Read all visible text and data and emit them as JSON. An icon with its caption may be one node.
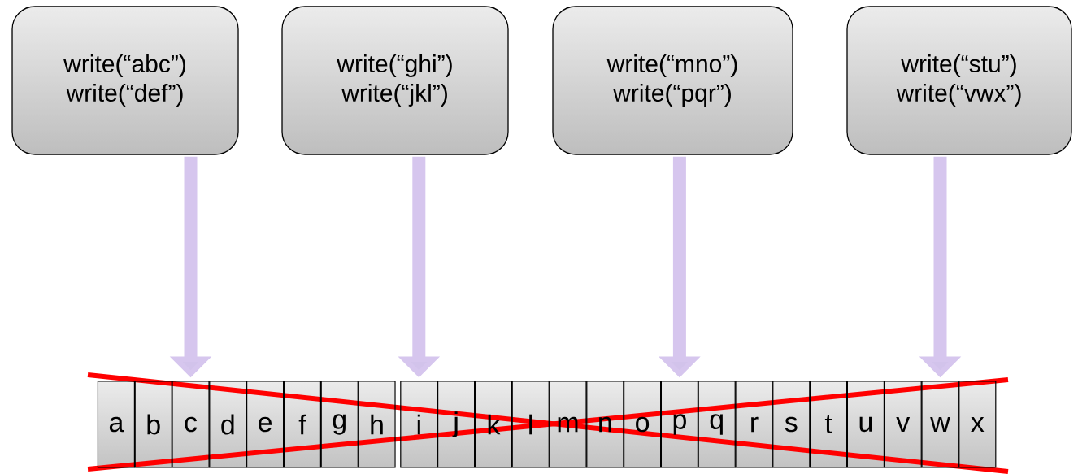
{
  "diagram": {
    "nodes": [
      {
        "text": [
          "write(“abc”)",
          "write(“def”)"
        ]
      },
      {
        "text": [
          "write(“ghi”)",
          "write(“jkl”)"
        ]
      },
      {
        "text": [
          "write(“mno”)",
          "write(“pqr”)"
        ]
      },
      {
        "text": [
          "write(“stu”)",
          "write(“vwx”)"
        ]
      },
      {
        "text": [
          "a"
        ]
      },
      {
        "text": [
          "b"
        ]
      },
      {
        "text": [
          "c"
        ]
      },
      {
        "text": [
          "d"
        ]
      },
      {
        "text": [
          "e"
        ]
      },
      {
        "text": [
          "f"
        ]
      },
      {
        "text": [
          "g"
        ]
      },
      {
        "text": [
          "h"
        ]
      },
      {
        "text": [
          "i"
        ]
      },
      {
        "text": [
          "j"
        ]
      },
      {
        "text": [
          "k"
        ]
      },
      {
        "text": [
          "l"
        ]
      },
      {
        "text": [
          "m"
        ]
      },
      {
        "text": [
          "n"
        ]
      },
      {
        "text": [
          "o"
        ]
      },
      {
        "text": [
          "p"
        ]
      },
      {
        "text": [
          "q"
        ]
      },
      {
        "text": [
          "r"
        ]
      },
      {
        "text": [
          "s"
        ]
      },
      {
        "text": [
          "t"
        ]
      },
      {
        "text": [
          "u"
        ]
      },
      {
        "text": [
          "v"
        ]
      },
      {
        "text": [
          "w"
        ]
      },
      {
        "text": [
          "x"
        ]
      }
    ],
    "edges": [
      {
        "from": 0,
        "to": 6,
        "arrow": "to"
      },
      {
        "from": 1,
        "to": 12,
        "arrow": "to"
      },
      {
        "from": 2,
        "to": 19,
        "arrow": "to"
      },
      {
        "from": 3,
        "to": 26,
        "arrow": "to"
      }
    ]
  }
}
